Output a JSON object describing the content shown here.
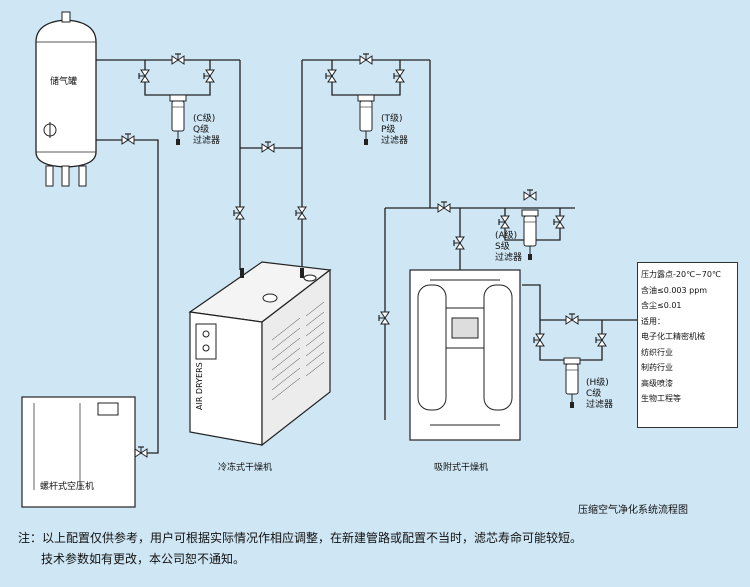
{
  "components": {
    "tank": "储气罐",
    "compressor": "螺杆式空压机",
    "refrigerated_dryer": "冷冻式干燥机",
    "adsorption_dryer": "吸附式干燥机",
    "dryer_brand": "AIR DRYERS"
  },
  "filters": [
    {
      "grade": "(C级)",
      "type": "Q级",
      "name": "过滤器"
    },
    {
      "grade": "(T级)",
      "type": "P级",
      "name": "过滤器"
    },
    {
      "grade": "(A级)",
      "type": "S级",
      "name": "过滤器"
    },
    {
      "grade": "(H级)",
      "type": "C级",
      "name": "过滤器"
    }
  ],
  "specs": [
    "压力露点-20℃~70℃",
    "含油≤0.003 ppm",
    "含尘≤0.01",
    "适用：",
    "电子化工精密机械",
    "纺织行业",
    "制药行业",
    "高级喷漆",
    "生物工程等"
  ],
  "flow_title": "压缩空气净化系统流程图",
  "notes": {
    "line1": "注：以上配置仅供参考，用户可根据实际情况作相应调整，在新建管路或配置不当时，滤芯寿命可能较短。",
    "line2": "技术参数如有更改，本公司恕不通知。"
  },
  "colors": {
    "background": "#cfe6f4",
    "pipe": "#222222",
    "equipment": "#ffffff"
  }
}
